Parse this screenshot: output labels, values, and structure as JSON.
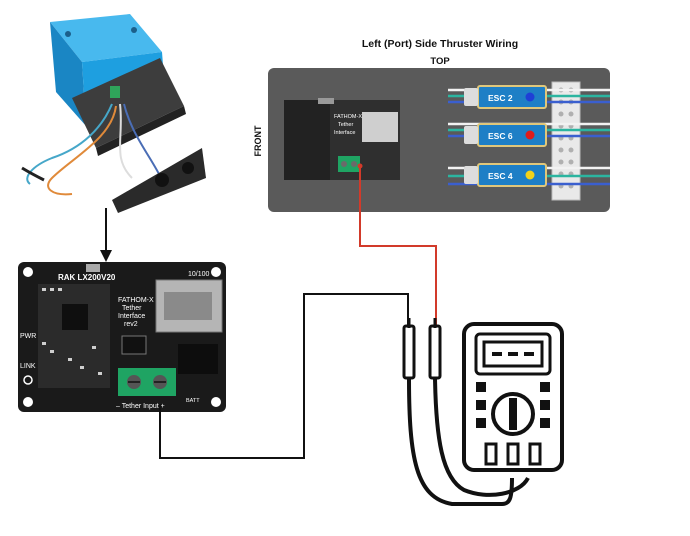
{
  "title": "Left (Port) Side Thruster Wiring",
  "top_label": "TOP",
  "front_label": "FRONT",
  "tether_interface_label": [
    "FATHOM-X",
    "Tether",
    "Interface"
  ],
  "escs": [
    {
      "label": "ESC 2",
      "dot_color": "#1f3fd6"
    },
    {
      "label": "ESC 6",
      "dot_color": "#e01b1b"
    },
    {
      "label": "ESC 4",
      "dot_color": "#f2d21a"
    }
  ],
  "board": {
    "model": "RAK LX200V20",
    "lines": [
      "FATHOM-X",
      "Tether",
      "Interface",
      "rev2"
    ],
    "side_labels": [
      "PWR",
      "LINK"
    ],
    "bottom_labels": [
      "– Tether Input +",
      "BATT"
    ],
    "top_small": "10/100"
  },
  "colors": {
    "probe_wire_red": "#d23a2a",
    "probe_wire_black": "#111111",
    "enclosure_blue": "#1e9fe0",
    "panel_gray": "#555555",
    "pcb_black": "#1a1a1a",
    "terminal_green": "#1fa463"
  }
}
